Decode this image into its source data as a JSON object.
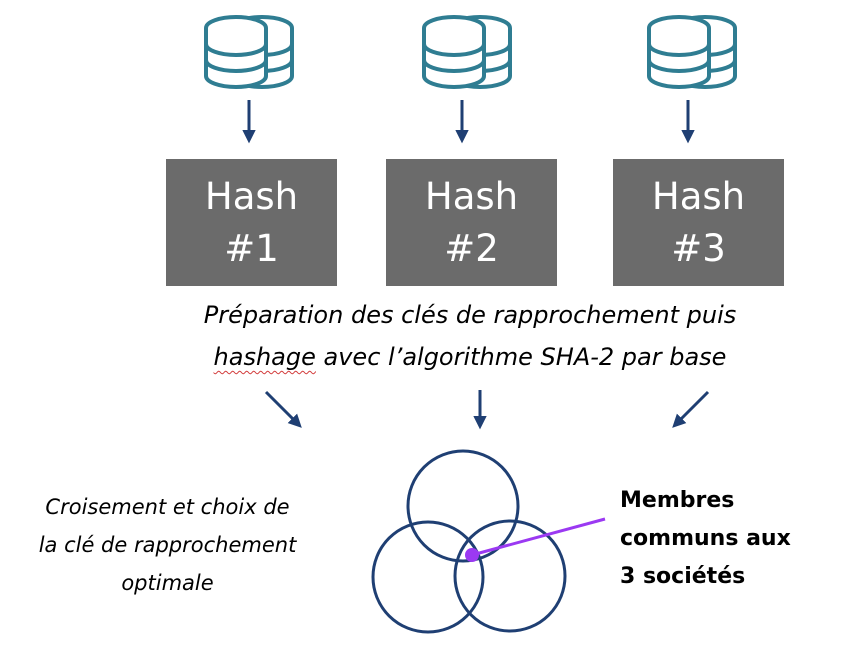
{
  "databases": [
    {
      "icon": "database-icon"
    },
    {
      "icon": "database-icon"
    },
    {
      "icon": "database-icon"
    }
  ],
  "hash_boxes": [
    {
      "line1": "Hash",
      "line2": "#1"
    },
    {
      "line1": "Hash",
      "line2": "#2"
    },
    {
      "line1": "Hash",
      "line2": "#3"
    }
  ],
  "caption": {
    "line1": "Préparation des clés de rapprochement puis",
    "line2_word1": "hashage",
    "line2_rest": " avec l’algorithme SHA-2 par base"
  },
  "left_text": {
    "line1": "Croisement et choix de",
    "line2": "la clé de rapprochement",
    "line3": "optimale"
  },
  "right_text": {
    "line1": "Membres",
    "line2": "communs aux",
    "line3": "3 sociétés"
  },
  "colors": {
    "database": "#2f7d92",
    "arrow": "#1f3f73",
    "hash_box": "#6b6b6b",
    "venn": "#1f3f73",
    "pointer": "#9b39f2"
  }
}
